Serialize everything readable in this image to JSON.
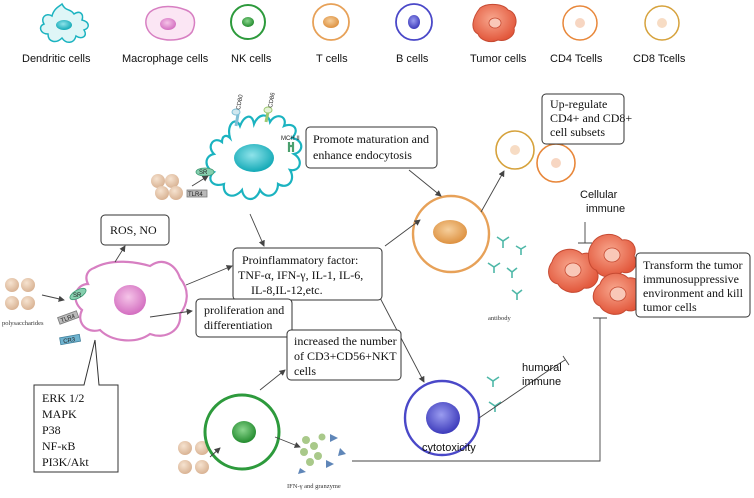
{
  "legend": {
    "dendritic": "Dendritic cells",
    "macrophage": "Macrophage cells",
    "nk": "NK cells",
    "t": "T cells",
    "b": "B cells",
    "tumor": "Tumor cells",
    "cd4": "CD4 Tcells",
    "cd8": "CD8 Tcells"
  },
  "receptors": {
    "cd80": "CD80",
    "cd86": "CD86",
    "mch2": "MCH II",
    "sr": "SR",
    "tlr4": "TLR4",
    "cr3": "CR3"
  },
  "labels": {
    "polysaccharides": "polysaccharides",
    "antibody": "antibody",
    "ifn_granzyme": "IFN-γ and granzyme",
    "cellular_immune": [
      "Cellular",
      "immune"
    ],
    "humoral_immune": [
      "humoral",
      "immune"
    ],
    "cytotoxicity": "cytotoxicity"
  },
  "boxes": {
    "ros": "ROS, NO",
    "maturation": [
      "Promote maturation and",
      "enhance endocytosis"
    ],
    "upregulate": [
      "Up-regulate",
      "CD4+ and CD8+",
      "cell subsets"
    ],
    "proinflammatory": [
      "Proinflammatory factor:",
      "TNF-α, IFN-γ, IL-1, IL-6,",
      "IL-8,IL-12,etc."
    ],
    "transform": [
      "Transform the tumor",
      "immunosuppressive",
      "environment and kill",
      "tumor cells"
    ],
    "proliferation": [
      "proliferation and",
      "differentiation"
    ],
    "nkt": [
      "increased the number",
      "of CD3+CD56+NKT",
      "cells"
    ],
    "pathways": [
      "ERK 1/2",
      "MAPK",
      "P38",
      "NF-κB",
      "PI3K/Akt"
    ]
  },
  "colors": {
    "dendritic": "#1bb3c0",
    "macrophage": "#d77fc2",
    "nk": "#2d9a3c",
    "t": "#e7a158",
    "b": "#4a48c8",
    "tumor": "#e96a4f",
    "cd4": "#e8873a",
    "cd8": "#d6a23c",
    "antibody": "#4fb8a8",
    "granzyme": "#a9c98a",
    "ifn": "#5f86b8"
  }
}
